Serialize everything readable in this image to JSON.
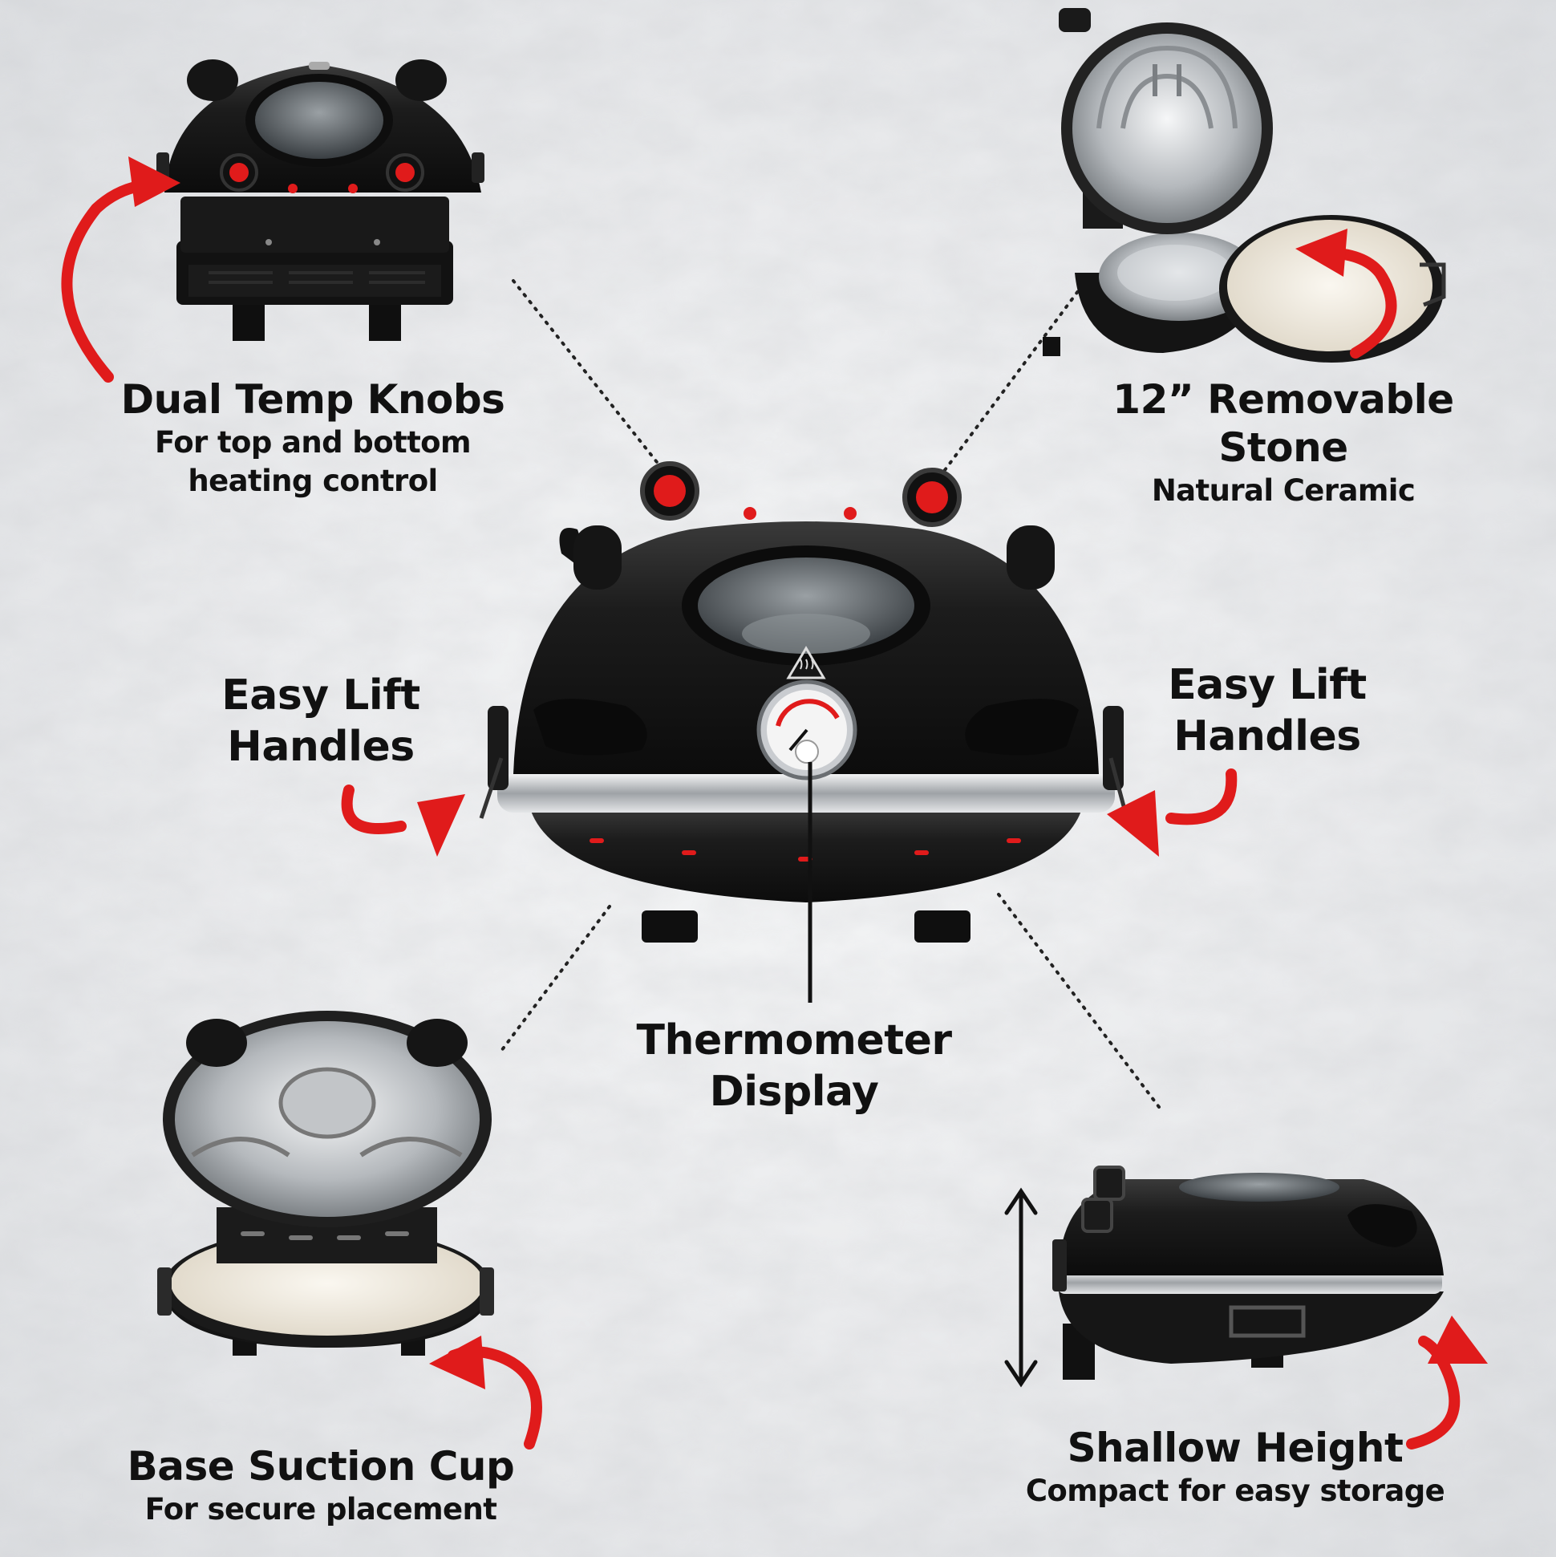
{
  "colors": {
    "accent_red": "#e01b1b",
    "oven_black": "#161616",
    "steel": "#b9bcc0",
    "stone": "#efe9dc",
    "text": "#111111"
  },
  "features": {
    "knobs": {
      "title": "Dual Temp Knobs",
      "line1": "For top and bottom",
      "line2": "heating control"
    },
    "stone": {
      "title": "12” Removable Stone",
      "subtitle": "Natural Ceramic"
    },
    "lift_left": {
      "line1": "Easy Lift",
      "line2": "Handles"
    },
    "lift_right": {
      "line1": "Easy Lift",
      "line2": "Handles"
    },
    "thermometer": {
      "line1": "Thermometer",
      "line2": "Display"
    },
    "suction": {
      "title": "Base Suction Cup",
      "subtitle": "For secure placement"
    },
    "shallow": {
      "title": "Shallow Height",
      "subtitle": "Compact for easy storage"
    }
  },
  "icons": [
    "curved-arrow-icon",
    "vertical-double-arrow-icon",
    "heat-warning-icon",
    "thermometer-gauge-icon"
  ]
}
